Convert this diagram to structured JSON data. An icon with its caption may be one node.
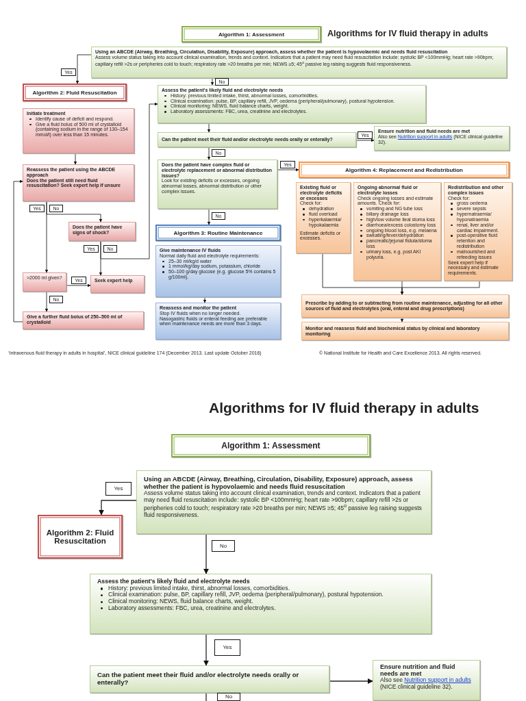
{
  "diagram": {
    "title": "Algorithms for IV fluid therapy in adults",
    "nodes": [
      {
        "text": [
          "Algorithm 1: Assessment"
        ]
      },
      {
        "text": [
          "Using an ABCDE (Airway, Breathing, Circulation, Disability, Exposure) approach, assess whether the patient is hypovolaemic and needs fluid resuscitation",
          "Assess volume status taking into account clinical examination, trends and context. Indicators that a patient may need fluid resuscitation include: systolic BP <100mmHg; heart rate >90bpm; capillary refill >2s or peripheries cold to touch; respiratory rate >20 breaths per min; NEWS ≥5; 45$^{o}$ passive leg raising suggests fluid responsiveness."
        ]
      },
      {
        "text": [
          "Algorithm 2: Fluid Resuscitation"
        ]
      },
      {
        "text": [
          "Assess the patient's likely fluid and electrolyte needs",
          "History: previous limited intake, thirst, abnormal losses, comorbidities.",
          "Clinical examination: pulse, BP, capillary refill, JVP, oedema (peripheral/pulmonary), postural hypotension.",
          "Clinical monitoring: NEWS, fluid balance charts, weight.",
          "Laboratory assessments: FBC, urea, creatinine and electrolytes."
        ]
      },
      {
        "text": [
          "Initiate treatment",
          "Identify cause of deficit and respond.",
          "Give a fluid bolus of 500 ml of crystalloid (containing sodium in the range of 130–154 mmol/l) over less than 15 minutes."
        ]
      },
      {
        "text": [
          "Can the patient meet their fluid and/or electrolyte needs orally or enterally?"
        ]
      },
      {
        "text": [
          "Ensure nutrition and fluid needs are met",
          "Also see",
          "Nutrition support in adults",
          "(NICE clinical guideline 32)."
        ]
      },
      {
        "text": [
          "Reassess the patient using the ABCDE approach",
          "Does the patient still need fluid resuscitation? Seek expert help if unsure"
        ]
      },
      {
        "text": [
          "Does the patient have complex fluid or electrolyte replacement or abnormal distribution issues?",
          "Look for existing deficits or excesses, ongoing abnormal losses, abnormal distribution or other complex issues."
        ]
      },
      {
        "text": [
          "Algorithm 4: Replacement and Redistribution"
        ]
      },
      {
        "text": [
          "Existing fluid or electrolyte deficits or excesses",
          "Check for:",
          "dehydration",
          "fluid overload",
          "hyperkalaemia/ hypokalaemia",
          "Estimate deficits or excesses."
        ]
      },
      {
        "text": [
          "Ongoing abnormal fluid or electrolyte losses",
          "Check ongoing losses and estimate amounts. Check for:",
          "vomiting and NG tube loss",
          "biliary drainage loss",
          "high/low volume ileal stoma loss",
          "diarrhoea/excess colostomy loss",
          "ongoing blood loss, e.g. melaena",
          "sweating/fever/dehydration",
          "pancreatic/jejunal fistula/stoma loss",
          "urinary loss, e.g. post AKI polyuria."
        ]
      },
      {
        "text": [
          "Redistribution and other complex issues",
          "Check for:",
          "gross oedema",
          "severe sepsis",
          "hypernatraemia/ hyponatraemia",
          "renal, liver and/or cardiac impairment.",
          "post-operative fluid retention and redistribution",
          "malnourished and refeeding issues",
          "Seek expert help if necessary and estimate requirements."
        ]
      },
      {
        "text": [
          "Does the patient have signs of shock?"
        ]
      },
      {
        "text": [
          "Algorithm 3: Routine Maintenance"
        ]
      },
      {
        "text": [
          ">2000 ml given?"
        ]
      },
      {
        "text": [
          "Seek expert help"
        ]
      },
      {
        "text": [
          "Give maintenance IV fluids",
          "Normal daily fluid and electrolyte requirements:",
          "25–30 ml/kg/d water",
          "1 mmol/kg/day sodium, potassium, chloride",
          "50–100 g/day glucose (e.g. glucose 5% contains 5 g/100ml)."
        ]
      },
      {
        "text": [
          "Give a further fluid bolus of 250–500 ml of crystalloid"
        ]
      },
      {
        "text": [
          "Reassess and monitor the patient",
          "Stop IV fluids when no longer needed.",
          "Nasogastric fluids or enteral feeding are preferable when maintenance needs are more than 3 days."
        ]
      },
      {
        "text": [
          "Prescribe by adding to or subtracting from routine maintenance, adjusting for all other sources of fluid and electrolytes (oral, enteral and drug prescriptions)"
        ]
      },
      {
        "text": [
          "Monitor and reassess fluid and biochemical status by clinical and laboratory monitoring"
        ]
      },
      {
        "text": [
          "Algorithm 1: Assessment"
        ]
      },
      {
        "text": [
          "Using an ABCDE (Airway, Breathing, Circulation, Disability, Exposure) approach, assess whether the patient is hypovolaemic and needs fluid resuscitation",
          "Assess volume status taking into account clinical examination, trends and context. Indicators that a patient may need fluid resuscitation include: systolic BP <100mmHg; heart rate >90bpm; capillary refill >2s or peripheries cold to touch; respiratory rate >20 breaths per min; NEWS ≥5; 45$^{o}$ passive leg raising suggests fluid responsiveness."
        ]
      },
      {
        "text": [
          "Algorithm 2: Fluid Resuscitation"
        ]
      },
      {
        "text": [
          "Assess the patient's likely fluid and electrolyte needs",
          "History: previous limited intake, thirst, abnormal losses, comorbidities.",
          "Clinical examination: pulse, BP, capillary refill, JVP, oedema (peripheral/pulmonary), postural hypotension.",
          "Clinical monitoring: NEWS, fluid balance charts, weight.",
          "Laboratory assessments: FBC, urea, creatinine and electrolytes."
        ]
      },
      {
        "text": [
          "Can the patient meet their fluid and/or electrolyte needs orally or enterally?"
        ]
      },
      {
        "text": [
          "Ensure nutrition and fluid needs are met",
          "Also see",
          "Nutrition support in adults",
          "(NICE clinical guideline 32)."
        ]
      }
    ],
    "edges": [
      {
        "from": 1,
        "to": 2,
        "arrow": "to",
        "label": "Yes"
      },
      {
        "from": 1,
        "to": 3,
        "arrow": "to",
        "label": "No"
      },
      {
        "from": 3,
        "to": 5,
        "arrow": "to"
      },
      {
        "from": 5,
        "to": 6,
        "arrow": "to",
        "label": "Yes"
      },
      {
        "from": 5,
        "to": 8,
        "arrow": "to",
        "label": "No"
      },
      {
        "from": 8,
        "to": 9,
        "arrow": "to",
        "label": "Yes"
      },
      {
        "from": 8,
        "to": 14,
        "arrow": "to",
        "label": "No"
      },
      {
        "from": 4,
        "to": 7,
        "arrow": "to"
      },
      {
        "from": 7,
        "to": 15,
        "arrow": "to",
        "label": "Yes"
      },
      {
        "from": 7,
        "to": 13,
        "arrow": "to",
        "label": "No"
      },
      {
        "from": 13,
        "to": 16,
        "arrow": "to",
        "label": "Yes"
      },
      {
        "from": 13,
        "to": 3,
        "arrow": "to",
        "label": "No"
      },
      {
        "from": 15,
        "to": 16,
        "arrow": "to",
        "label": "Yes"
      },
      {
        "from": 15,
        "to": 18,
        "arrow": "to",
        "label": "No"
      },
      {
        "from": 18,
        "to": 7,
        "arrow": "to"
      },
      {
        "from": 17,
        "to": 19,
        "arrow": "to"
      },
      {
        "from": 10,
        "to": 20,
        "arrow": "to"
      },
      {
        "from": 11,
        "to": 20,
        "arrow": "to"
      },
      {
        "from": 12,
        "to": 20,
        "arrow": "to"
      },
      {
        "from": 20,
        "to": 21,
        "arrow": "to"
      },
      {
        "from": 23,
        "to": 24,
        "arrow": "to",
        "label": "Yes"
      },
      {
        "from": 23,
        "to": 25,
        "arrow": "to",
        "label": "No"
      },
      {
        "from": 25,
        "to": 26,
        "arrow": "to",
        "label": "Yes"
      },
      {
        "from": 26,
        "to": 27,
        "arrow": "to"
      },
      {
        "from": 26,
        "to": null,
        "arrow": "none",
        "label": "No"
      }
    ],
    "labels": [
      "‘Intravenous fluid therapy in adults in hospital’, NICE clinical guideline 174 (December 2013. Last update October 2016)",
      "© National Institute for Health and Care Excellence 2013. All rights reserved.",
      "Algorithms for IV fluid therapy in adults"
    ]
  }
}
